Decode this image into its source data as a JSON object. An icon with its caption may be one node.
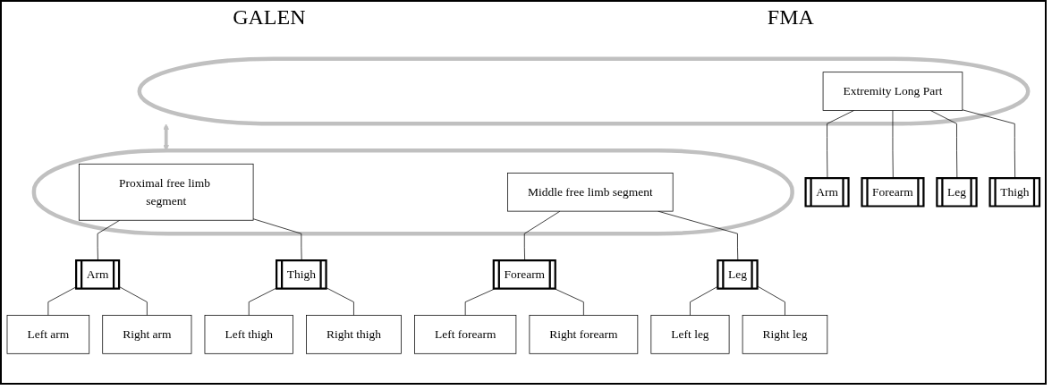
{
  "diagram": {
    "nodes": [
      {
        "text": [],
        "shape": "ellipse"
      },
      {
        "text": [
          "Extremity Long Part"
        ],
        "in": 0
      },
      {
        "text": [],
        "shape": "ellipse"
      },
      {
        "text": [
          "Proximal free limb segment"
        ],
        "in": 2
      },
      {
        "text": [
          "Middle free limb segment"
        ],
        "in": 2
      },
      {
        "text": [
          "Arm"
        ]
      },
      {
        "text": [
          "Forearm"
        ]
      },
      {
        "text": [
          "Leg"
        ]
      },
      {
        "text": [
          "Thigh"
        ]
      },
      {
        "text": [
          "Arm"
        ]
      },
      {
        "text": [
          "Thigh"
        ]
      },
      {
        "text": [
          "Forearm"
        ]
      },
      {
        "text": [
          "Leg"
        ]
      },
      {
        "text": [
          "Left arm"
        ]
      },
      {
        "text": [
          "Right arm"
        ]
      },
      {
        "text": [
          "Left thigh"
        ]
      },
      {
        "text": [
          "Right thigh"
        ]
      },
      {
        "text": [
          "Left forearm"
        ]
      },
      {
        "text": [
          "Right forearm"
        ]
      },
      {
        "text": [
          "Left leg"
        ]
      },
      {
        "text": [
          "Right leg"
        ]
      }
    ],
    "edges": [
      {
        "from": 0,
        "to": 2,
        "arrow": "both",
        "style": "thick",
        "color": "#c0c0c0"
      },
      {
        "from": 1,
        "to": 5,
        "arrow": "none"
      },
      {
        "from": 1,
        "to": 6,
        "arrow": "none"
      },
      {
        "from": 1,
        "to": 7,
        "arrow": "none"
      },
      {
        "from": 1,
        "to": 8,
        "arrow": "none"
      },
      {
        "from": 3,
        "to": 9,
        "arrow": "none"
      },
      {
        "from": 3,
        "to": 10,
        "arrow": "none"
      },
      {
        "from": 4,
        "to": 11,
        "arrow": "none"
      },
      {
        "from": 4,
        "to": 12,
        "arrow": "none"
      },
      {
        "from": 9,
        "to": 13,
        "arrow": "none"
      },
      {
        "from": 9,
        "to": 14,
        "arrow": "none"
      },
      {
        "from": 10,
        "to": 15,
        "arrow": "none"
      },
      {
        "from": 10,
        "to": 16,
        "arrow": "none"
      },
      {
        "from": 11,
        "to": 17,
        "arrow": "none"
      },
      {
        "from": 11,
        "to": 18,
        "arrow": "none"
      },
      {
        "from": 12,
        "to": 19,
        "arrow": "none"
      },
      {
        "from": 12,
        "to": 20,
        "arrow": "none"
      }
    ],
    "labels": [
      "GALEN",
      "FMA"
    ]
  }
}
